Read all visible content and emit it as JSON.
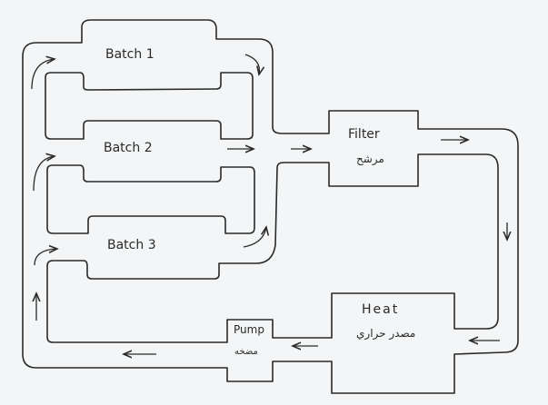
{
  "diagram": {
    "batches": [
      "Batch 1",
      "Batch 2",
      "Batch 3"
    ],
    "filter": {
      "label": "Filter",
      "label_ar": "مرشح"
    },
    "heat": {
      "label": "Heat",
      "label_ar": "مصدر حراري"
    },
    "pump": {
      "label": "Pump",
      "label_ar": "مضخه"
    },
    "line_color": "#2a2a2a"
  }
}
